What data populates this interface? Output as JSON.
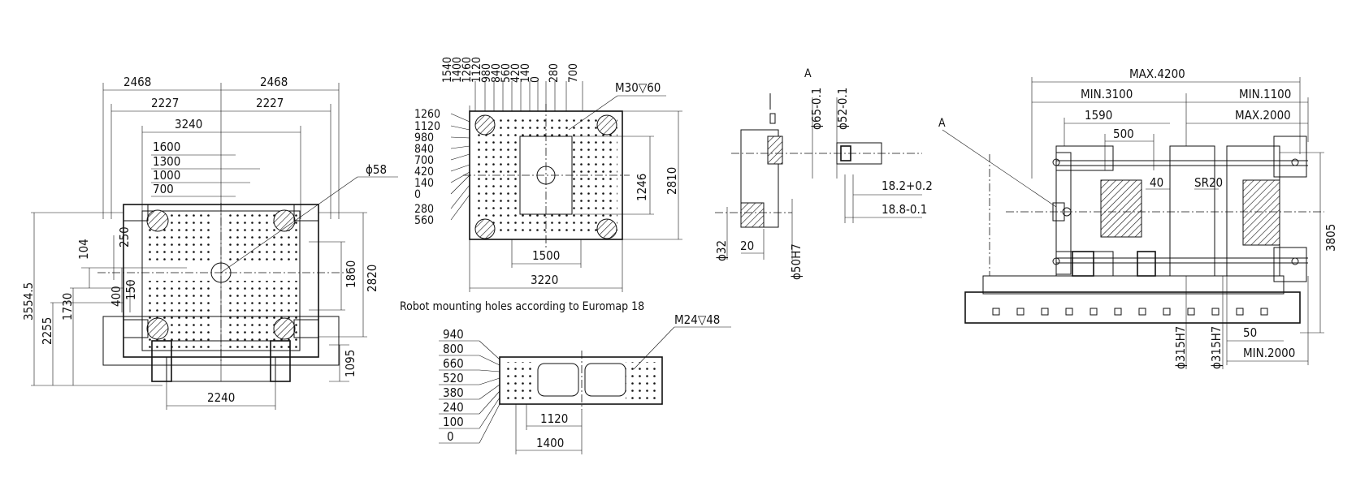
{
  "front_view": {
    "dim_top_left": "2468",
    "dim_top_right": "2468",
    "dim_inner_left": "2227",
    "dim_inner_right": "2227",
    "dim_width": "3240",
    "grid_1600": "1600",
    "grid_1300": "1300",
    "grid_1000": "1000",
    "grid_700": "700",
    "dia_58": "ϕ58",
    "dim_104": "104",
    "dim_250": "250",
    "dim_400": "400",
    "dim_150": "150",
    "dim_1730": "1730",
    "dim_2255": "2255",
    "dim_3554_5": "3554.5",
    "dim_1860": "1860",
    "dim_2820": "2820",
    "dim_1095": "1095",
    "dim_bottom": "2240"
  },
  "platen_view": {
    "top_labels": [
      "1540",
      "1400",
      "1260",
      "1120",
      "980",
      "840",
      "560",
      "420",
      "140",
      "0",
      "280",
      "700"
    ],
    "left_labels": [
      "1260",
      "1120",
      "980",
      "840",
      "700",
      "420",
      "140",
      "0",
      "280",
      "560"
    ],
    "thread_note": "M30▽60",
    "dim_1246": "1246",
    "dim_2810": "2810",
    "dim_1500": "1500",
    "dim_3220": "3220",
    "caption": "Robot mounting holes according to Euromap 18"
  },
  "robot_plate": {
    "left_labels": [
      "940",
      "800",
      "660",
      "520",
      "380",
      "240",
      "100",
      "0"
    ],
    "thread_note": "M24▽48",
    "dim_1120": "1120",
    "dim_1400": "1400"
  },
  "detail_a": {
    "label": "A",
    "dia_65": "ϕ65-0.1",
    "dia_52": "ϕ52-0.1",
    "dim_18_2": "18.2+0.2",
    "dim_18_8": "18.8-0.1",
    "dia_32": "ϕ32",
    "dim_20": "20",
    "dia_50h7": "ϕ50H7"
  },
  "side_view": {
    "max_4200": "MAX.4200",
    "min_3100": "MIN.3100",
    "min_1100": "MIN.1100",
    "dim_1590": "1590",
    "max_2000": "MAX.2000",
    "dim_500": "500",
    "label_a": "A",
    "dim_40": "40",
    "sr20": "SR20",
    "dim_3805": "3805",
    "dia_315_a": "ϕ315H7",
    "dia_315_b": "ϕ315H7",
    "dim_50": "50",
    "min_2000": "MIN.2000"
  }
}
